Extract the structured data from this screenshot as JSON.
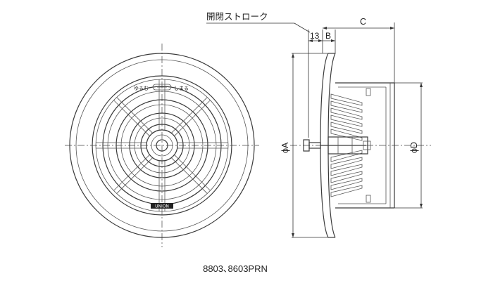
{
  "labels": {
    "stroke_label": "開閉ストローク",
    "dim_13": "13",
    "dim_b": "B",
    "dim_c": "C",
    "dim_phi_a": "ϕA",
    "dim_phi_d": "ϕD",
    "open_label": "ゆるむ",
    "close_label": "しまる",
    "brand_label": "UNION",
    "model_caption": "8803､8603PRN"
  }
}
